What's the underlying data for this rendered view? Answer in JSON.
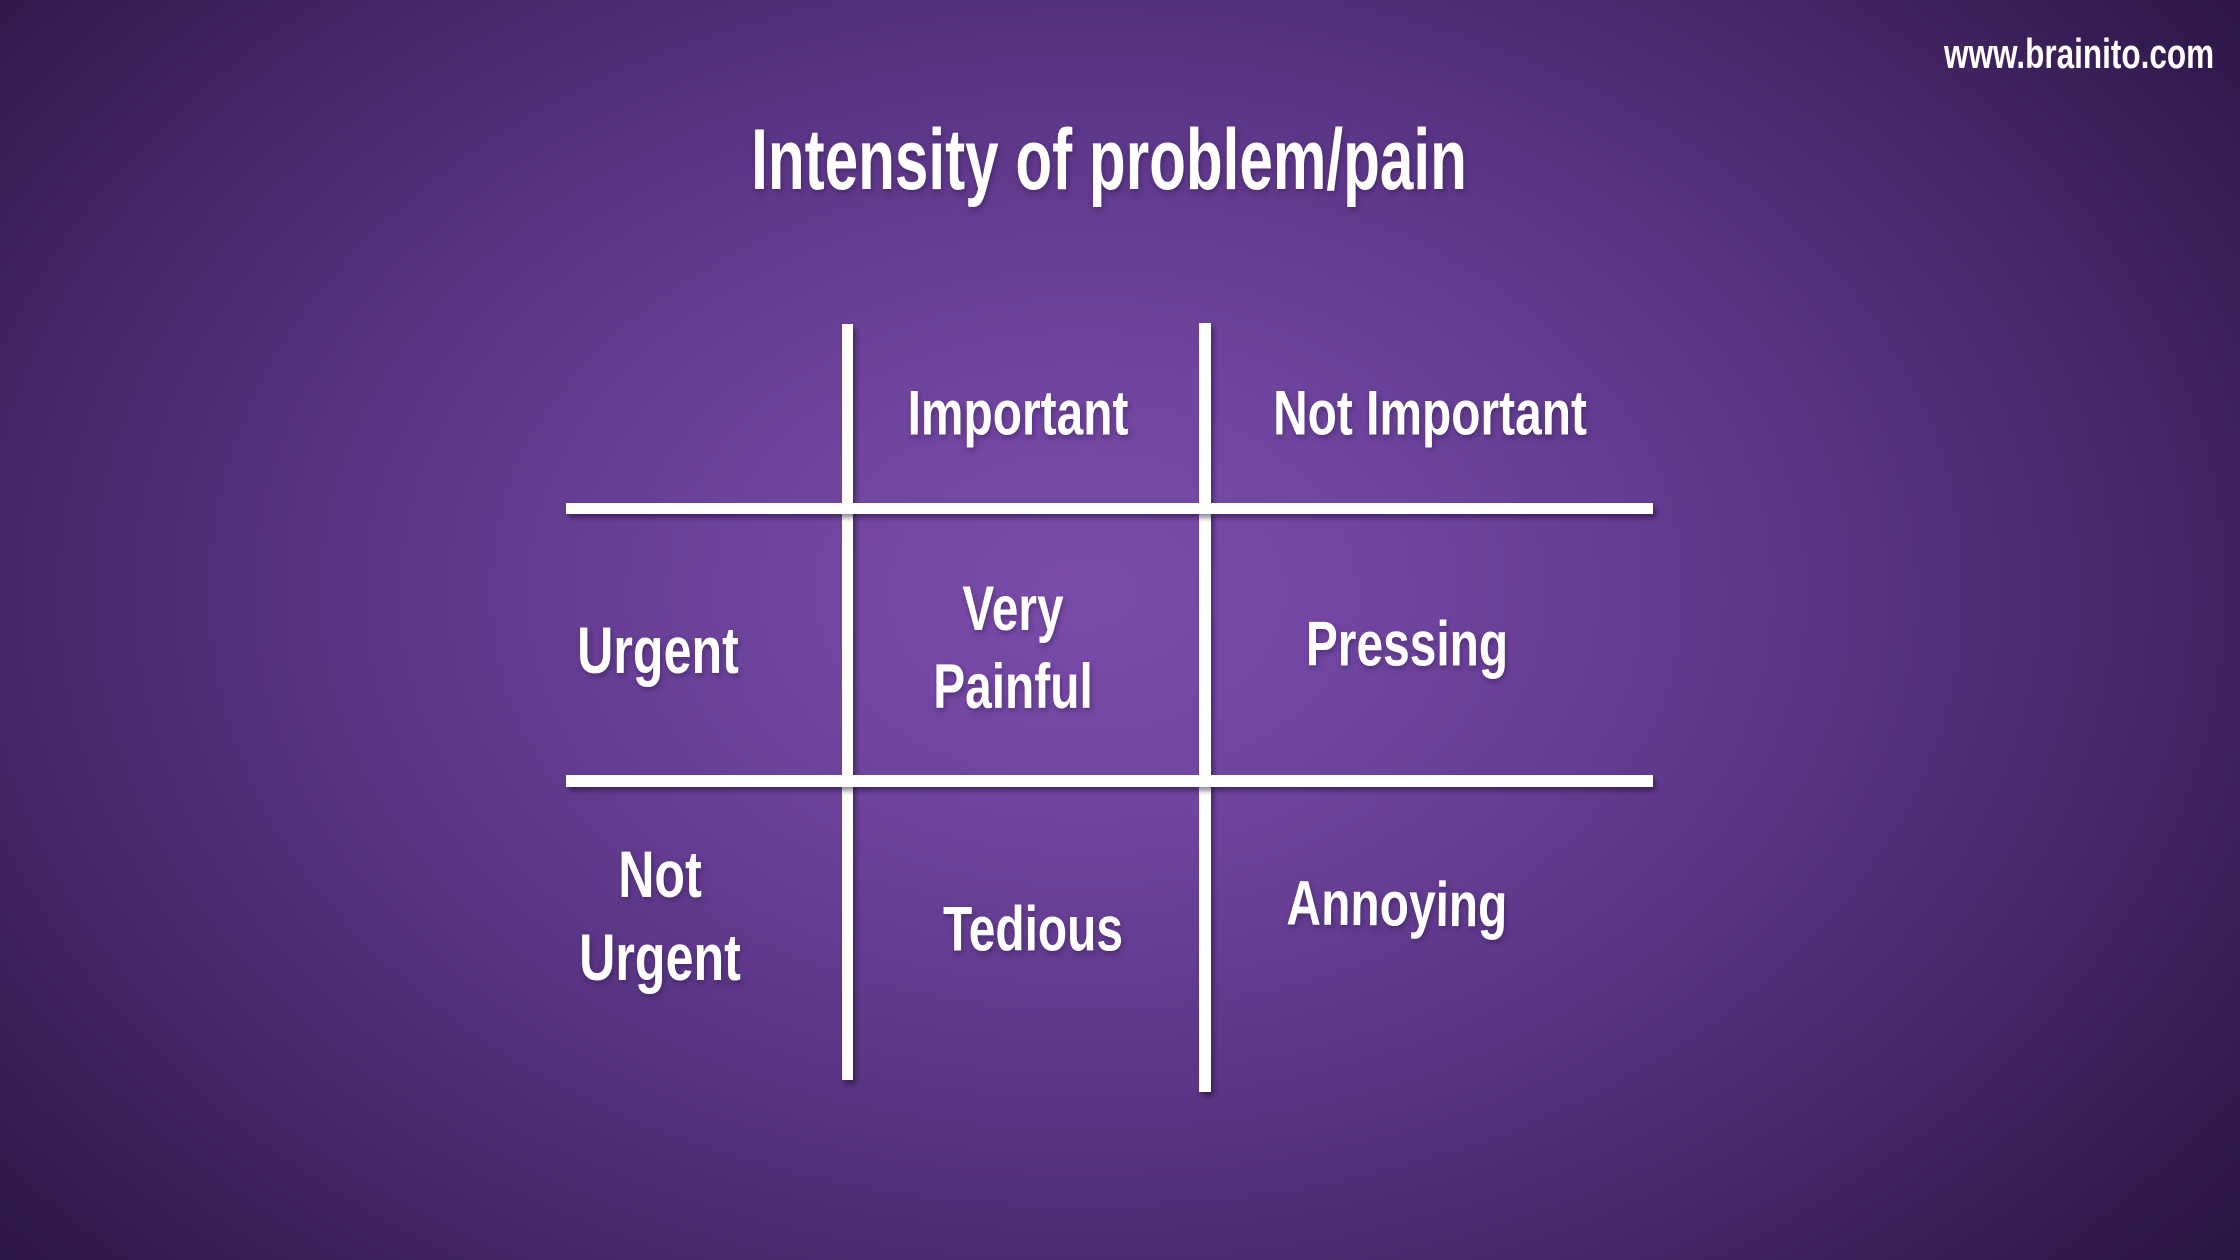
{
  "brand": {
    "url": "www.brainito.com"
  },
  "title": "Intensity of problem/pain",
  "matrix": {
    "col_headers": [
      "Important",
      "Not Important"
    ],
    "row_headers": [
      [
        "Urgent"
      ],
      [
        "Not",
        "Urgent"
      ]
    ],
    "cells": {
      "very_painful": [
        "Very",
        "Painful"
      ],
      "pressing": "Pressing",
      "tedious": "Tedious",
      "annoying": "Annoying"
    }
  },
  "colors": {
    "background_center": "#7b4caa",
    "background_edge": "#2b1643",
    "grid_line": "#ffffff",
    "text": "#ffffff"
  }
}
